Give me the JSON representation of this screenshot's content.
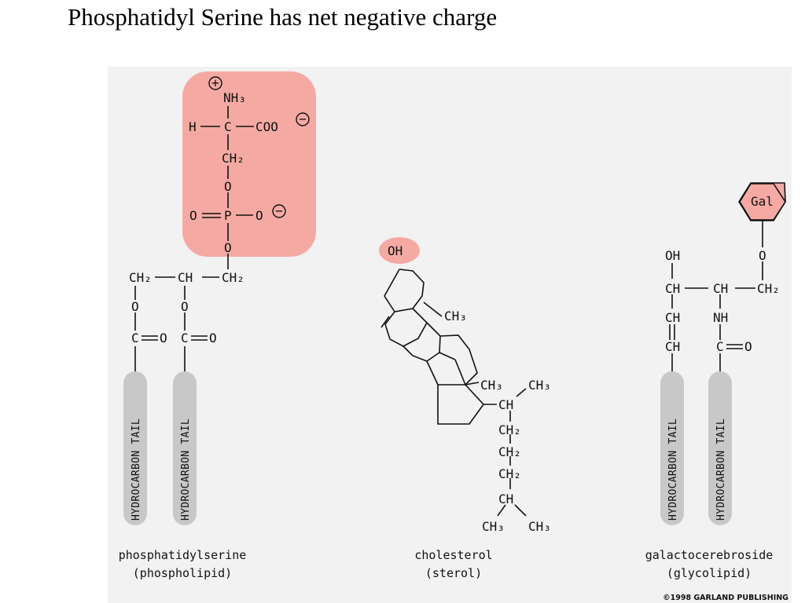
{
  "title": "Phosphatidyl Serine has net negative charge",
  "colors": {
    "panel_bg": "#f2f2f2",
    "highlight": "#f4aaa3",
    "tail": "#c8c8c8",
    "bond": "#111111"
  },
  "phosphatidylserine": {
    "atoms": {
      "charge_plus": "+",
      "charge_minus": "−",
      "nh3": "NH₃",
      "h": "H",
      "c_alpha": "C",
      "coo": "COO",
      "ch2_serine": "CH₂",
      "o1": "O",
      "o_double": "O",
      "p": "P",
      "o_minus": "O",
      "o2": "O",
      "ch2_left": "CH₂",
      "ch_mid": "CH",
      "ch2_right": "CH₂",
      "o_ester1": "O",
      "o_ester2": "O",
      "c_ester1": "C",
      "o_carbonyl1": "O",
      "c_ester2": "C",
      "o_carbonyl2": "O"
    },
    "tail_label_1": "HYDROCARBON TAIL",
    "tail_label_2": "HYDROCARBON TAIL",
    "name": "phosphatidylserine",
    "class": "(phospholipid)"
  },
  "cholesterol": {
    "atoms": {
      "oh": "OH",
      "ch3_ring": "CH₃",
      "ch3_ring2": "CH₃",
      "ch3_side_top": "CH₃",
      "ch_side": "CH",
      "ch2_a": "CH₂",
      "ch2_b": "CH₂",
      "ch2_c": "CH₂",
      "ch_branch": "CH",
      "ch3_end_left": "CH₃",
      "ch3_end_right": "CH₃"
    },
    "name": "cholesterol",
    "class": "(sterol)"
  },
  "galactocerebroside": {
    "atoms": {
      "gal": "Gal",
      "o_link": "O",
      "oh": "OH",
      "ch_left": "CH",
      "ch_mid": "CH",
      "ch2_right": "CH₂",
      "ch_db1": "CH",
      "nh": "NH",
      "ch_db2": "CH",
      "c_amide": "C",
      "o_amide": "O"
    },
    "tail_label_1": "HYDROCARBON TAIL",
    "tail_label_2": "HYDROCARBON TAIL",
    "name": "galactocerebroside",
    "class": "(glycolipid)"
  },
  "copyright": "©1998 GARLAND PUBLISHING"
}
